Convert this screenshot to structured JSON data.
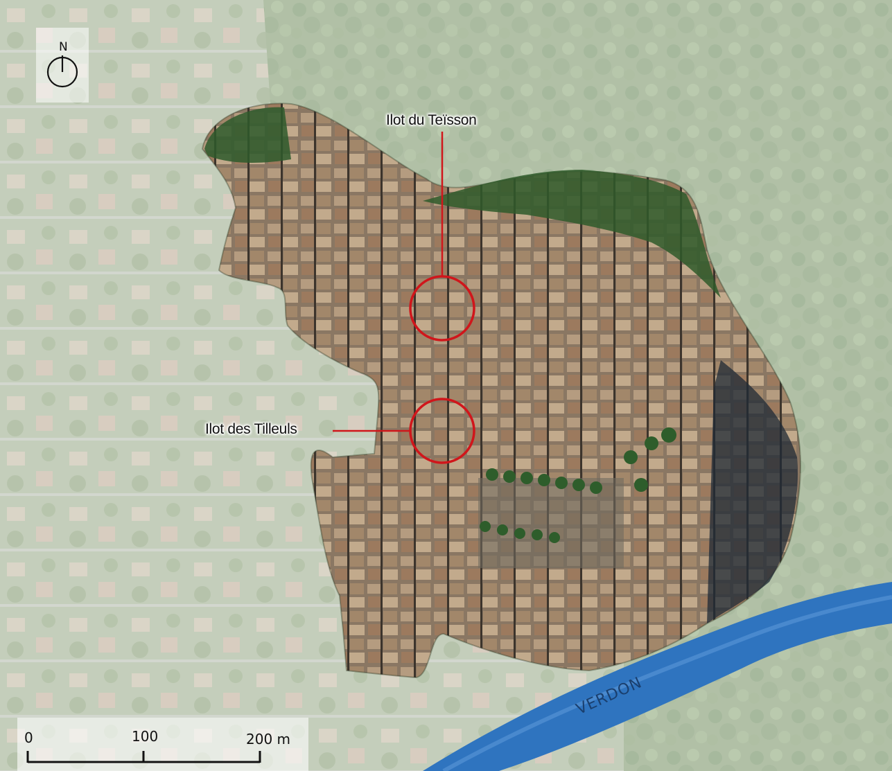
{
  "map": {
    "north_label": "N",
    "labels": {
      "teisson": "Ilot du Teïsson",
      "tilleuls": "Ilot des Tilleuls"
    },
    "river": "VERDON",
    "scale": {
      "tick_0": "0",
      "tick_100": "100",
      "tick_200": "200 m"
    },
    "colors": {
      "highlight_circle": "#d0161b",
      "river": "#2f74bf",
      "river_label": "#1a3f6e",
      "faded_overlay": "#e8ece6"
    }
  }
}
